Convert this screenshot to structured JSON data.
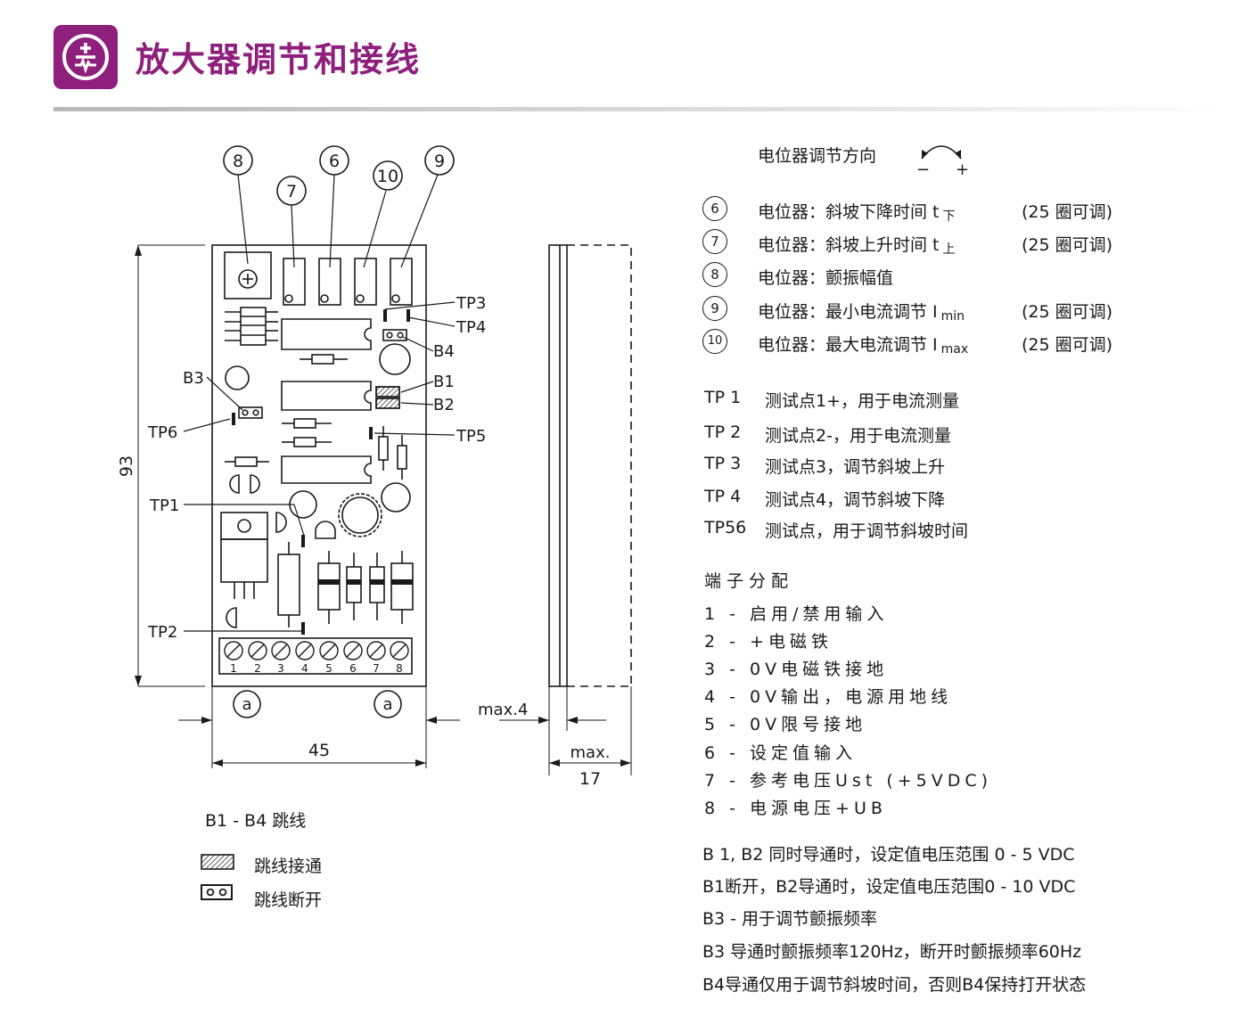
{
  "header": {
    "title": "放大器调节和接线",
    "logo_icon": "plus-minus-signal-icon",
    "accent_color": "#8e1f7c"
  },
  "drawing": {
    "callouts": [
      "8",
      "7",
      "6",
      "10",
      "9"
    ],
    "test_points": [
      "TP3",
      "TP4",
      "TP1",
      "TP6",
      "TP5",
      "TP2"
    ],
    "jumpers": [
      "B4",
      "B1",
      "B2",
      "B3"
    ],
    "terminals": [
      "1",
      "2",
      "3",
      "4",
      "5",
      "6",
      "7",
      "8"
    ],
    "mount_label": "a",
    "dimensions": {
      "height": "93",
      "width": "45",
      "side_overhang": "max.4",
      "depth_label": "max.",
      "depth": "17"
    }
  },
  "legend": {
    "title": "B1 - B4 跳线",
    "closed": "跳线接通",
    "open": "跳线断开"
  },
  "potentiometers": {
    "title": "电位器调节方向",
    "minus": "−",
    "plus": "+",
    "items": [
      {
        "num": "6",
        "desc": "电位器：斜坡下降时间 t",
        "sub": "下",
        "range": "(25 圈可调)"
      },
      {
        "num": "7",
        "desc": "电位器：斜坡上升时间 t",
        "sub": "上",
        "range": "(25 圈可调)"
      },
      {
        "num": "8",
        "desc": "电位器：颤振幅值",
        "sub": "",
        "range": ""
      },
      {
        "num": "9",
        "desc": "电位器：最小电流调节 I",
        "sub": "min",
        "range": "(25 圈可调)"
      },
      {
        "num": "10",
        "desc": "电位器：最大电流调节 I",
        "sub": "max",
        "range": "(25 圈可调)"
      }
    ]
  },
  "test_point_list": [
    {
      "id": "TP 1",
      "desc": "测试点1+，用于电流测量"
    },
    {
      "id": "TP 2",
      "desc": "测试点2-，用于电流测量"
    },
    {
      "id": "TP 3",
      "desc": "测试点3，调节斜坡上升"
    },
    {
      "id": "TP 4",
      "desc": "测试点4，调节斜坡下降"
    },
    {
      "id": "TP56",
      "desc": "测试点，用于调节斜坡时间"
    }
  ],
  "terminal_assignment": {
    "title": "端子分配",
    "items": [
      "1 - 启用/禁用输入",
      "2 - +电磁铁",
      "3 - 0V电磁铁接地",
      "4 - 0V输出，电源用地线",
      "5 - 0V限号接地",
      "6 - 设定值输入",
      "7 - 参考电压Ust (+5VDC)",
      "8 - 电源电压+UB"
    ]
  },
  "notes": [
    "B 1, B2 同时导通时，设定值电压范围 0 - 5 VDC",
    "B1断开，B2导通时，设定值电压范围0 - 10 VDC",
    "B3 - 用于调节颤振频率",
    "B3 导通时颤振频率120Hz，断开时颤振频率60Hz",
    "B4导通仅用于调节斜坡时间，否则B4保持打开状态"
  ]
}
